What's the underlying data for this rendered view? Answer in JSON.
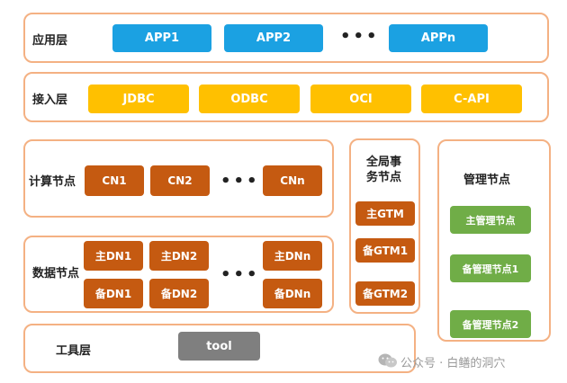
{
  "app_layer": {
    "label": "应用层",
    "items": [
      "APP1",
      "APP2",
      "APPn"
    ],
    "ellipsis": "•••"
  },
  "access_layer": {
    "label": "接入层",
    "items": [
      "JDBC",
      "ODBC",
      "OCI",
      "C-API"
    ]
  },
  "compute": {
    "label": "计算节点",
    "items": [
      "CN1",
      "CN2",
      "CNn"
    ],
    "ellipsis": "•••"
  },
  "data": {
    "label": "数据节点",
    "primary": [
      "主DN1",
      "主DN2",
      "主DNn"
    ],
    "standby": [
      "备DN1",
      "备DN2",
      "备DNn"
    ],
    "ellipsis": "•••"
  },
  "gtm": {
    "label_line1": "全局事",
    "label_line2": "务节点",
    "items": [
      "主GTM",
      "备GTM1",
      "备GTM2"
    ]
  },
  "mgmt": {
    "label": "管理节点",
    "items": [
      "主管理节点",
      "备管理节点1",
      "备管理节点2"
    ]
  },
  "tool_layer": {
    "label": "工具层",
    "tool": "tool"
  },
  "watermark": "公众号 · 白鳝的洞穴"
}
